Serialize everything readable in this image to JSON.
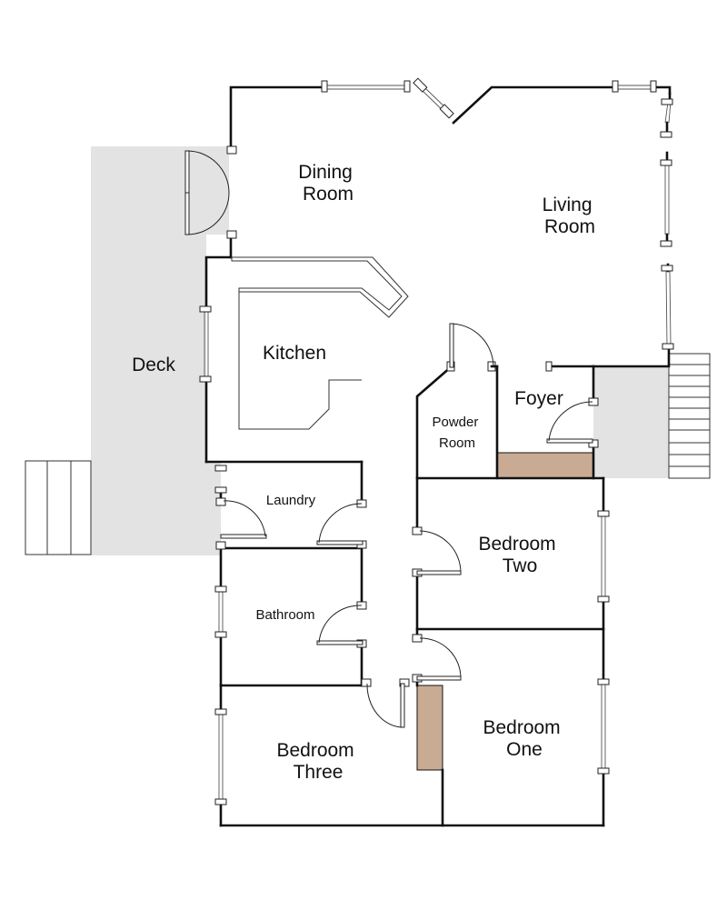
{
  "rooms": {
    "dining": [
      "Dining",
      "Room"
    ],
    "living": [
      "Living",
      "Room"
    ],
    "kitchen": "Kitchen",
    "deck": "Deck",
    "powder": [
      "Powder",
      "Room"
    ],
    "foyer": "Foyer",
    "laundry": "Laundry",
    "bathroom": "Bathroom",
    "bedroom_two": [
      "Bedroom",
      "Two"
    ],
    "bedroom_one": [
      "Bedroom",
      "One"
    ],
    "bedroom_three": [
      "Bedroom",
      "Three"
    ]
  },
  "colors": {
    "deck": "#e3e3e3",
    "walls": "#111111",
    "closet": "#c9ab94",
    "background": "#ffffff"
  }
}
